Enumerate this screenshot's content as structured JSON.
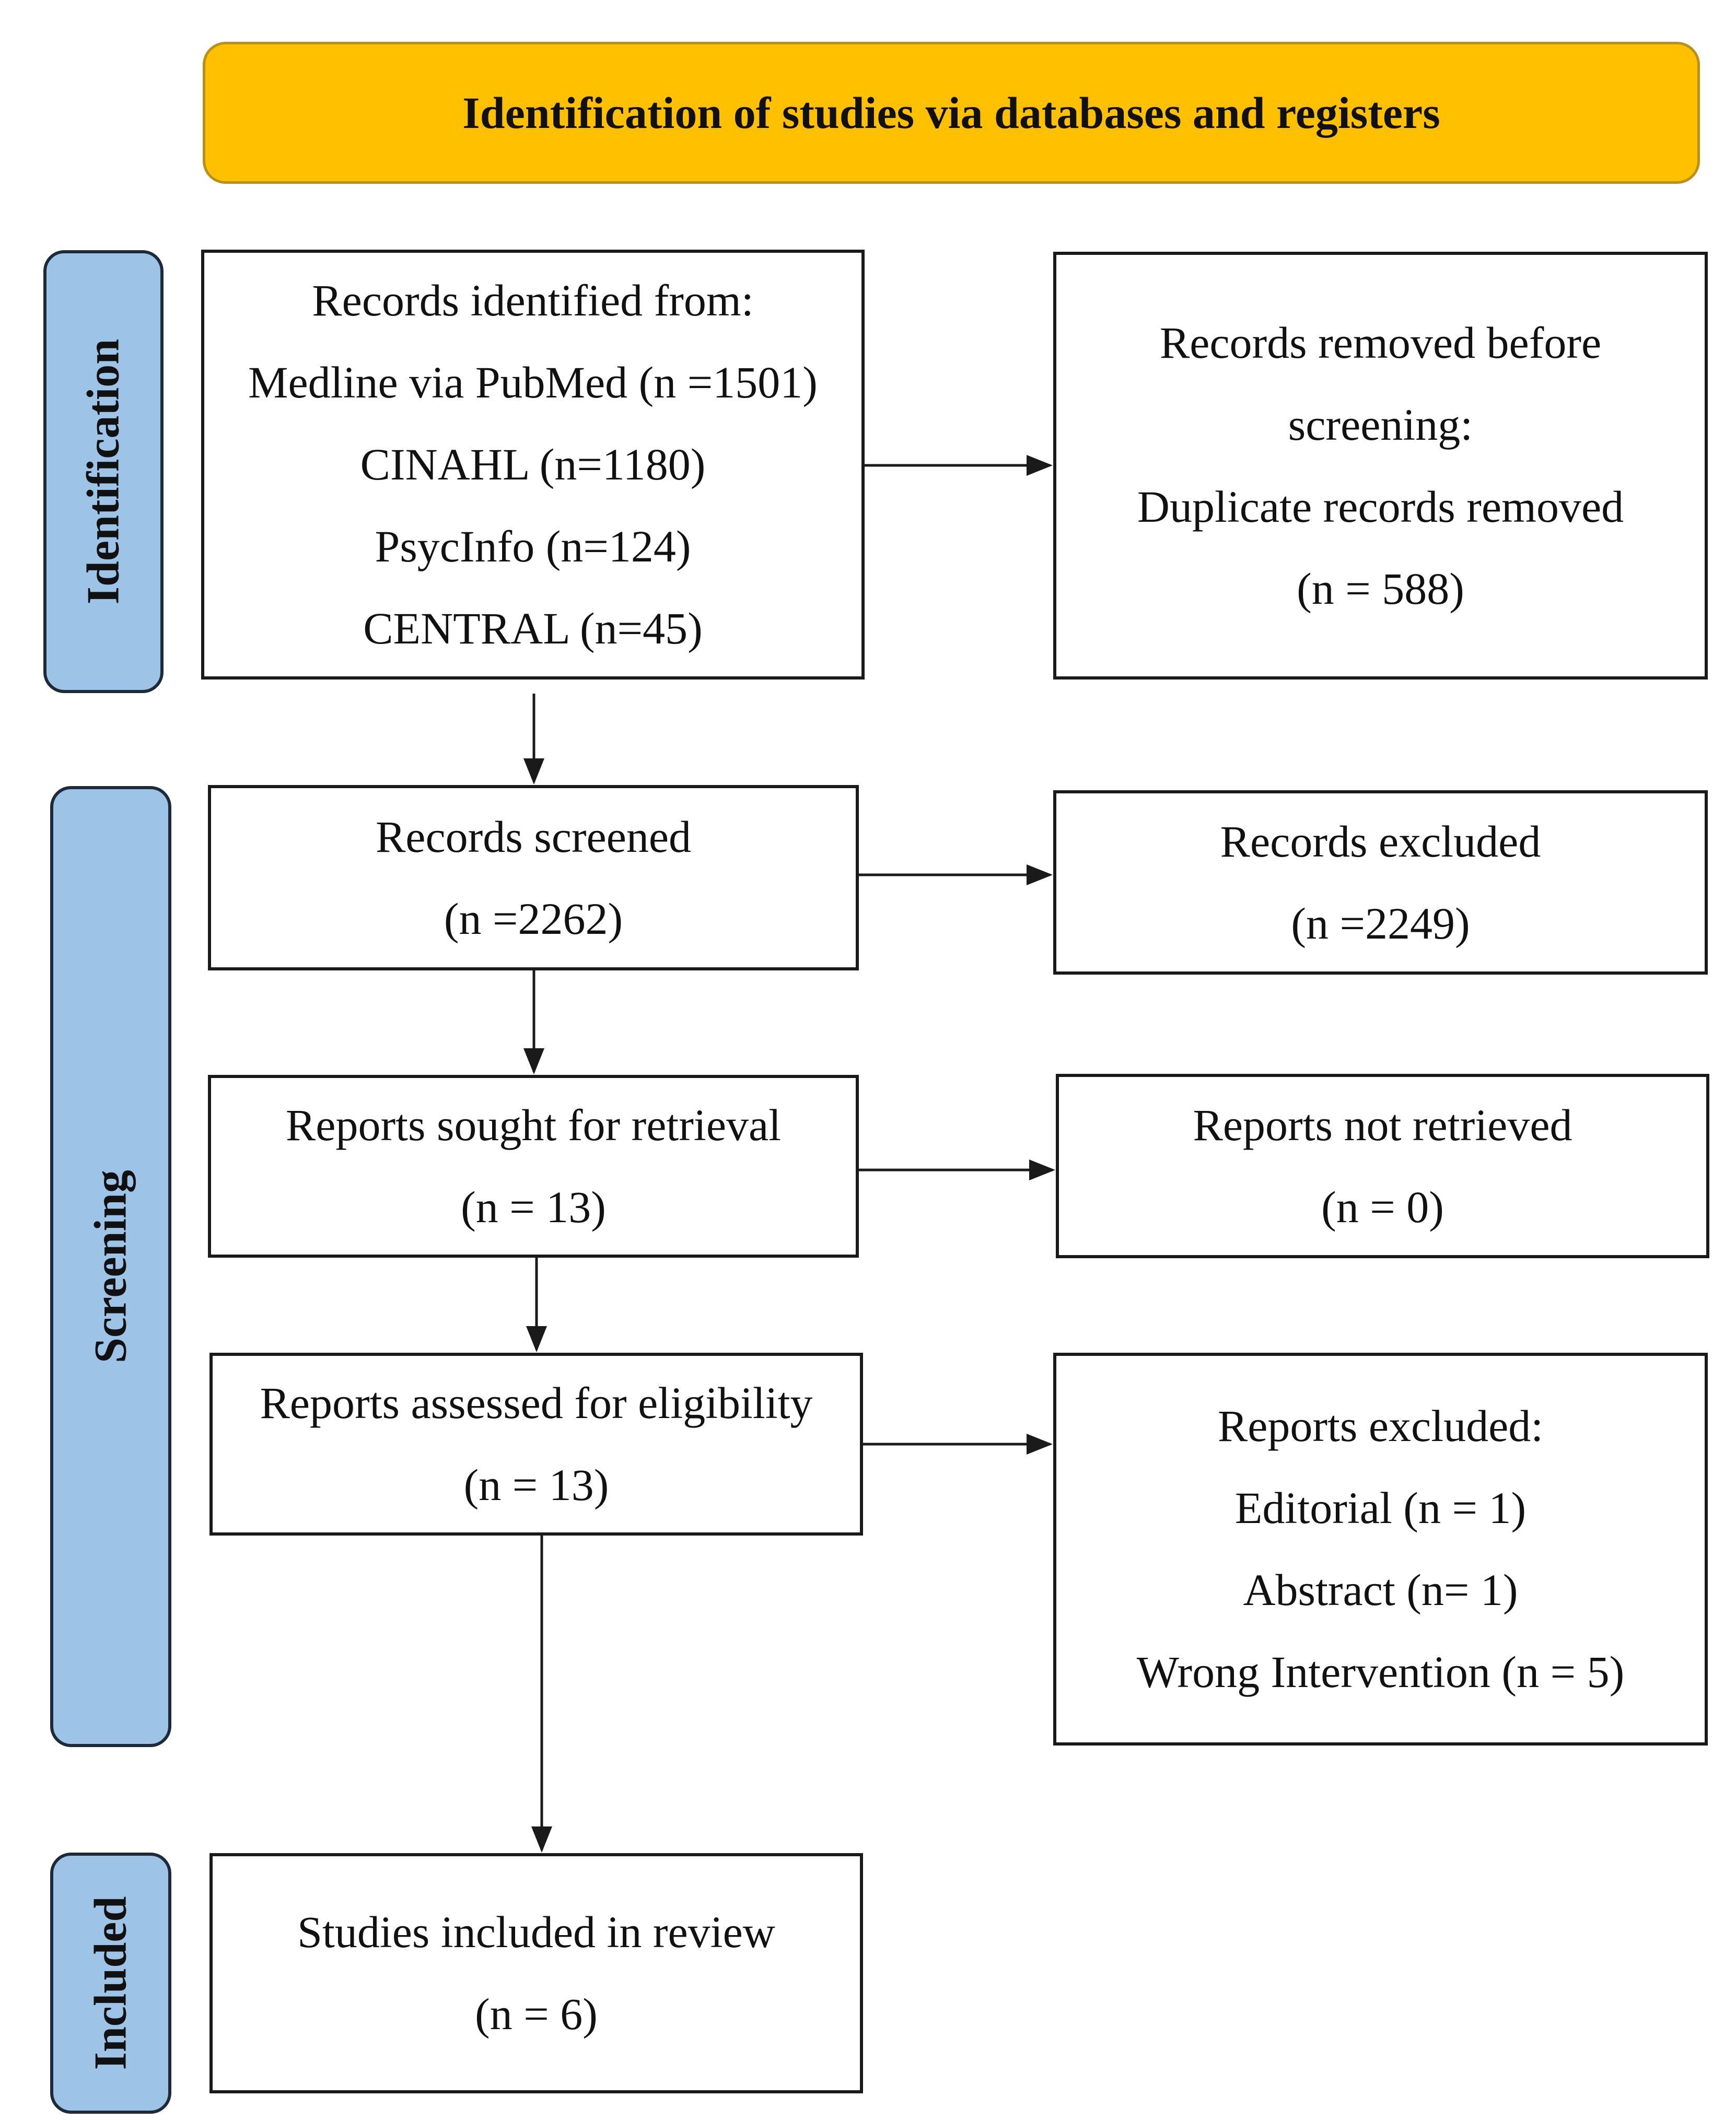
{
  "header": {
    "title": "Identification of studies via databases and registers"
  },
  "stages": {
    "identification": "Identification",
    "screening": "Screening",
    "included": "Included"
  },
  "boxes": {
    "records_identified": {
      "lines": [
        "Records identified from:",
        "Medline via PubMed (n =1501)",
        "CINAHL (n=1180)",
        "PsycInfo (n=124)",
        "CENTRAL (n=45)"
      ]
    },
    "records_removed": {
      "lines": [
        "Records removed before",
        "screening:",
        "Duplicate records removed",
        "(n = 588)"
      ]
    },
    "records_screened": {
      "lines": [
        "Records screened",
        "(n =2262)"
      ]
    },
    "records_excluded": {
      "lines": [
        "Records excluded",
        "(n =2249)"
      ]
    },
    "reports_sought": {
      "lines": [
        "Reports sought for retrieval",
        "(n = 13)"
      ]
    },
    "reports_not_retrieved": {
      "lines": [
        "Reports not retrieved",
        "(n = 0)"
      ]
    },
    "reports_assessed": {
      "lines": [
        "Reports assessed for eligibility",
        "(n = 13)"
      ]
    },
    "reports_excluded": {
      "lines": [
        "Reports excluded:",
        "Editorial (n = 1)",
        "Abstract (n= 1)",
        "Wrong Intervention (n = 5)"
      ]
    },
    "studies_included": {
      "lines": [
        "Studies included in review",
        "(n = 6)"
      ]
    }
  },
  "colors": {
    "header_fill": "#ffc000",
    "stage_fill": "#9dc3e6",
    "box_border": "#1a1a1a"
  }
}
